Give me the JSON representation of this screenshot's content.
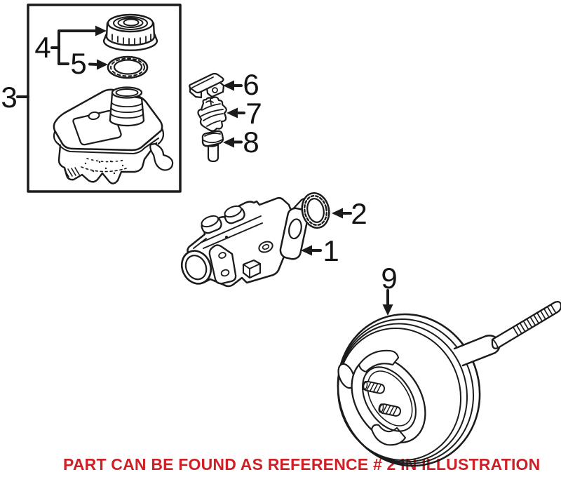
{
  "caption": {
    "text": "PART CAN BE FOUND AS REFERENCE # 2 IN ILLUSTRATION"
  },
  "labels": [
    {
      "id": "1",
      "part": "master-cylinder"
    },
    {
      "id": "2",
      "part": "seal-ring"
    },
    {
      "id": "3",
      "part": "reservoir-assembly"
    },
    {
      "id": "4",
      "part": "reservoir-cap"
    },
    {
      "id": "5",
      "part": "cap-seal"
    },
    {
      "id": "6",
      "part": "cover"
    },
    {
      "id": "7",
      "part": "retainer-clip"
    },
    {
      "id": "8",
      "part": "plug"
    },
    {
      "id": "9",
      "part": "brake-booster"
    }
  ],
  "colors": {
    "line": "#1b1b1b",
    "caption_red": "#ce2127",
    "background": "#ffffff"
  }
}
